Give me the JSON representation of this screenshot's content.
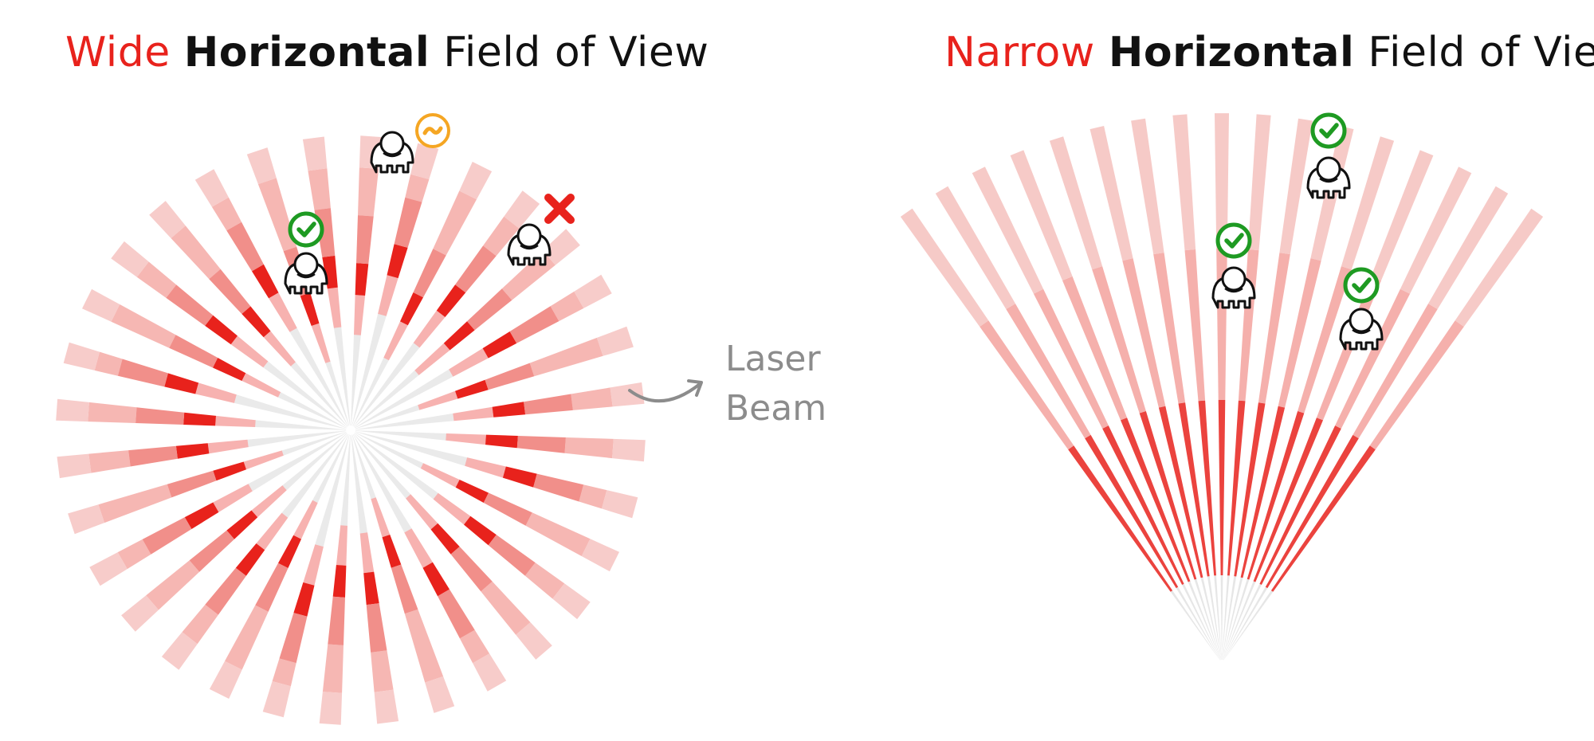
{
  "left_panel": {
    "title": {
      "accent": "Wide",
      "bold": "Horizontal",
      "rest": "Field of View"
    },
    "beam_count": 32,
    "people": [
      {
        "name": "person-top",
        "status": "partial",
        "status_icon": "tilde-circle-icon"
      },
      {
        "name": "person-left",
        "status": "detected",
        "status_icon": "check-circle-icon"
      },
      {
        "name": "person-right",
        "status": "missed",
        "status_icon": "x-mark-icon"
      }
    ]
  },
  "right_panel": {
    "title": {
      "accent": "Narrow",
      "bold": "Horizontal",
      "rest": "Field of View"
    },
    "beam_count": 17,
    "people": [
      {
        "name": "person-top",
        "status": "detected",
        "status_icon": "check-circle-icon"
      },
      {
        "name": "person-middle",
        "status": "detected",
        "status_icon": "check-circle-icon"
      },
      {
        "name": "person-right",
        "status": "detected",
        "status_icon": "check-circle-icon"
      }
    ]
  },
  "annotation": {
    "line1": "Laser",
    "line2": "Beam",
    "icon": "curved-arrow-icon"
  },
  "colors": {
    "accent": "#e8221c",
    "beam_dark": "#e8221c",
    "beam_mid": "#ef7b75",
    "beam_light": "#f6c7c4",
    "check_green": "#1e9a22",
    "partial_orange": "#f5a623",
    "miss_red": "#e8221c",
    "annotation_gray": "#8c8c8c"
  }
}
